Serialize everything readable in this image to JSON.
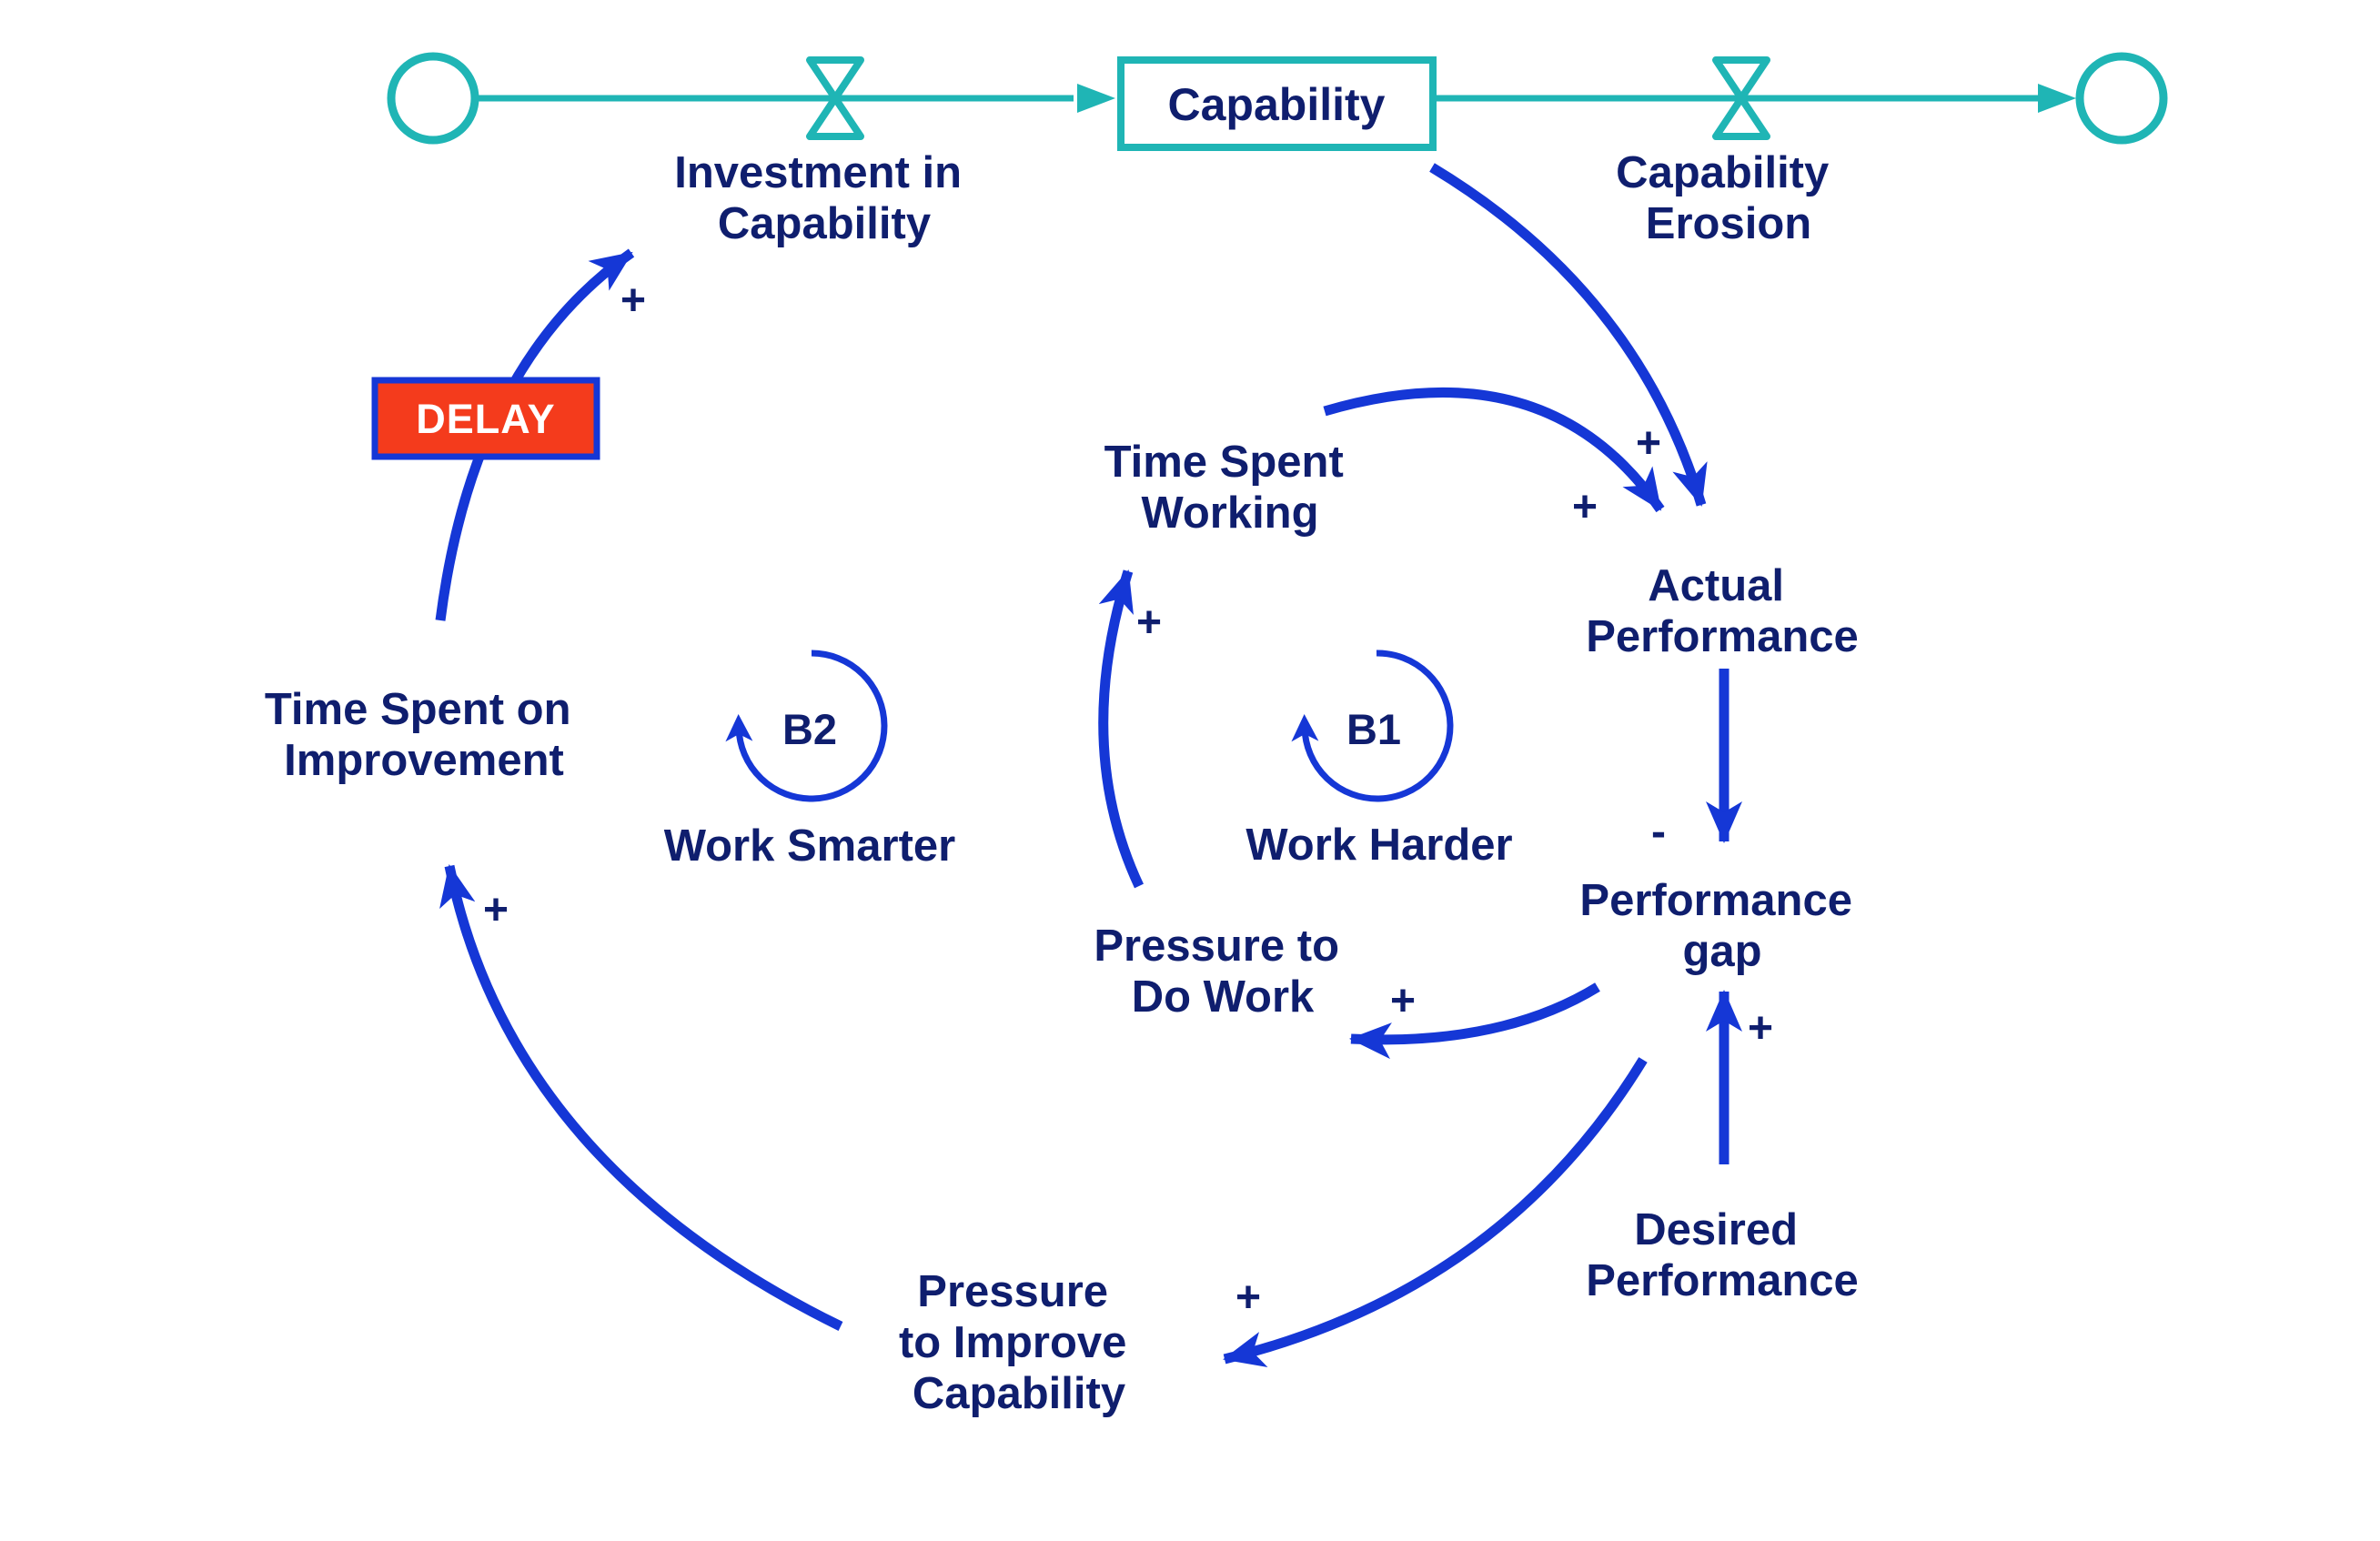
{
  "colors": {
    "link": "#1537d6",
    "text": "#0f1e6e",
    "flow": "#1fb5b5",
    "delay_fill": "#f43b1c",
    "delay_border": "#1537d6",
    "background": "#ffffff"
  },
  "stock": {
    "label": "Capability"
  },
  "flows": {
    "inflow": [
      "Investment in",
      "Capability"
    ],
    "outflow": [
      "Capability",
      "Erosion"
    ]
  },
  "variables": {
    "time_spent_working": [
      "Time Spent",
      "Working"
    ],
    "actual_performance": [
      "Actual",
      "Performance"
    ],
    "performance_gap": [
      "Performance",
      "gap"
    ],
    "desired_performance": [
      "Desired",
      "Performance"
    ],
    "pressure_to_do_work": [
      "Pressure to",
      "Do Work"
    ],
    "pressure_to_improve": [
      "Pressure",
      "to Improve",
      "Capability"
    ],
    "time_spent_on_improvement": [
      "Time Spent on",
      "Improvement"
    ]
  },
  "delay": {
    "label": "DELAY"
  },
  "loops": {
    "b1": {
      "id": "B1",
      "name": "Work Harder"
    },
    "b2": {
      "id": "B2",
      "name": "Work Smarter"
    }
  },
  "polarity": {
    "capability_to_actual": "+",
    "working_to_actual": "+",
    "actual_to_gap": "-",
    "desired_to_gap": "+",
    "gap_to_pressure_work": "+",
    "pressure_work_to_working": "+",
    "gap_to_pressure_improve": "+",
    "pressure_improve_to_improvement": "+",
    "improvement_to_investment": "+"
  }
}
